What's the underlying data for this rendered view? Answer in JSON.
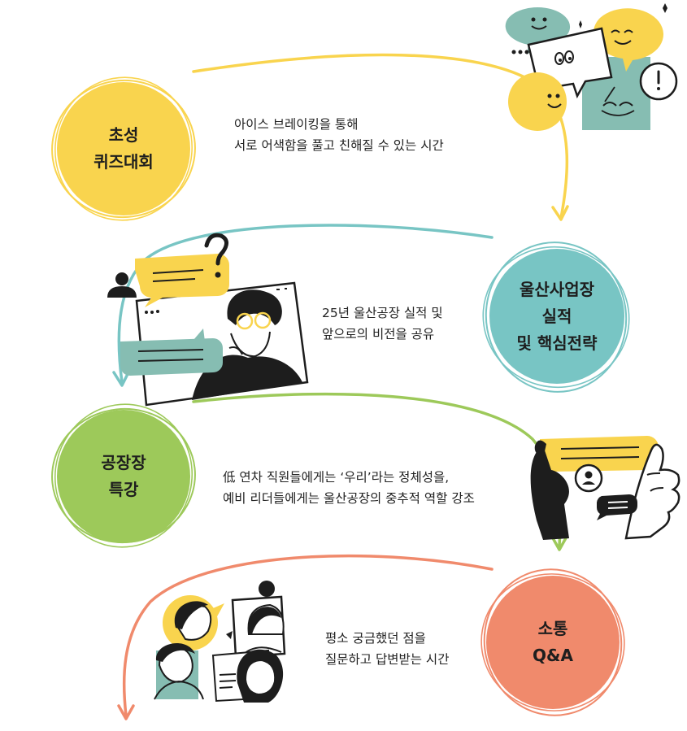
{
  "colors": {
    "yellow": "#F9D44E",
    "teal": "#78C5C4",
    "green": "#9DC95A",
    "salmon": "#F08A6C",
    "ink": "#1d1d1d",
    "teal_dark": "#86BDB2"
  },
  "steps": [
    {
      "title_lines": [
        "초성",
        "퀴즈대회"
      ],
      "desc_lines": [
        "아이스 브레이킹을 통해",
        "서로 어색함을 풀고 친해질 수 있는 시간"
      ],
      "illustration": "speech-bubbles-faces-icon"
    },
    {
      "title_lines": [
        "울산사업장",
        "실적",
        "및 핵심전략"
      ],
      "desc_lines": [
        "25년 울산공장 실적 및",
        "앞으로의 비전을 공유"
      ],
      "illustration": "video-presentation-icon"
    },
    {
      "title_lines": [
        "공장장",
        "특강"
      ],
      "desc_lines": [
        "低 연차 직원들에게는 ‘우리’라는 정체성을,",
        "예비 리더들에게는 울산공장의 중추적 역할 강조"
      ],
      "illustration": "hands-chat-icon"
    },
    {
      "title_lines": [
        "소통",
        "Q&A"
      ],
      "desc_lines": [
        "평소 궁금했던 점을",
        "질문하고 답변받는 시간"
      ],
      "illustration": "people-conversation-icon"
    }
  ]
}
